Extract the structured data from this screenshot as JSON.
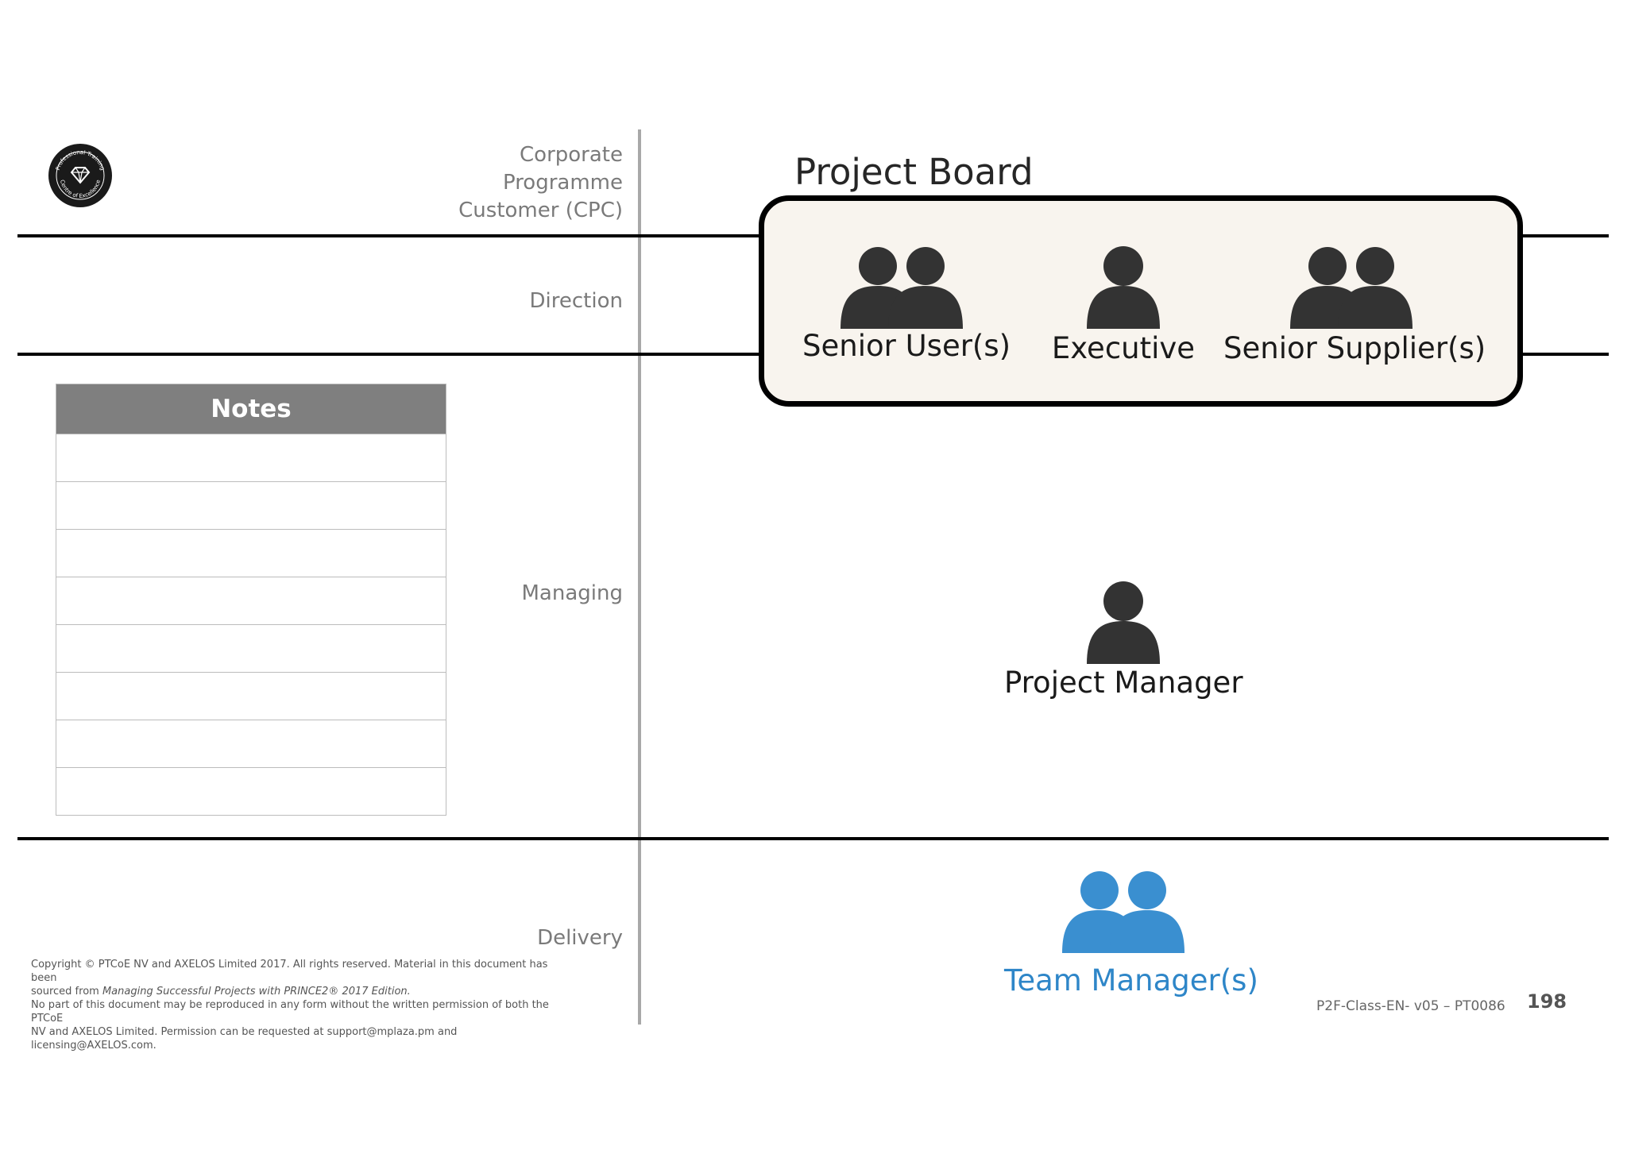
{
  "levels": {
    "corporate": [
      "Corporate",
      "Programme",
      "Customer (CPC)"
    ],
    "direction": "Direction",
    "managing": "Managing",
    "delivery": "Delivery"
  },
  "board": {
    "title": "Project Board",
    "roles": {
      "senior_user": "Senior User(s)",
      "executive": "Executive",
      "senior_supplier": "Senior Supplier(s)"
    }
  },
  "project_manager": "Project Manager",
  "team_manager": "Team Manager(s)",
  "notes": {
    "title": "Notes"
  },
  "logo": {
    "top": "Professional Training",
    "bottom": "Centre of Excellence"
  },
  "footer": {
    "copyright_1": "Copyright © PTCoE NV and AXELOS Limited 2017. All rights reserved. Material in this document has been",
    "copyright_2a": "sourced from ",
    "copyright_2b": "Managing Successful Projects with PRINCE2® 2017 Edition.",
    "copyright_3": "No part of this document may be reproduced in any form without the written permission of both the PTCoE",
    "copyright_4": "NV and AXELOS Limited. Permission can be requested at support@mplaza.pm and licensing@AXELOS.com.",
    "code": "P2F-Class-EN- v05 – PT0086",
    "page": "198"
  },
  "colors": {
    "person": "#333333",
    "team": "#3a8fd0",
    "board_fill": "#f8f4ee",
    "notes_header": "#7f7f7f"
  }
}
